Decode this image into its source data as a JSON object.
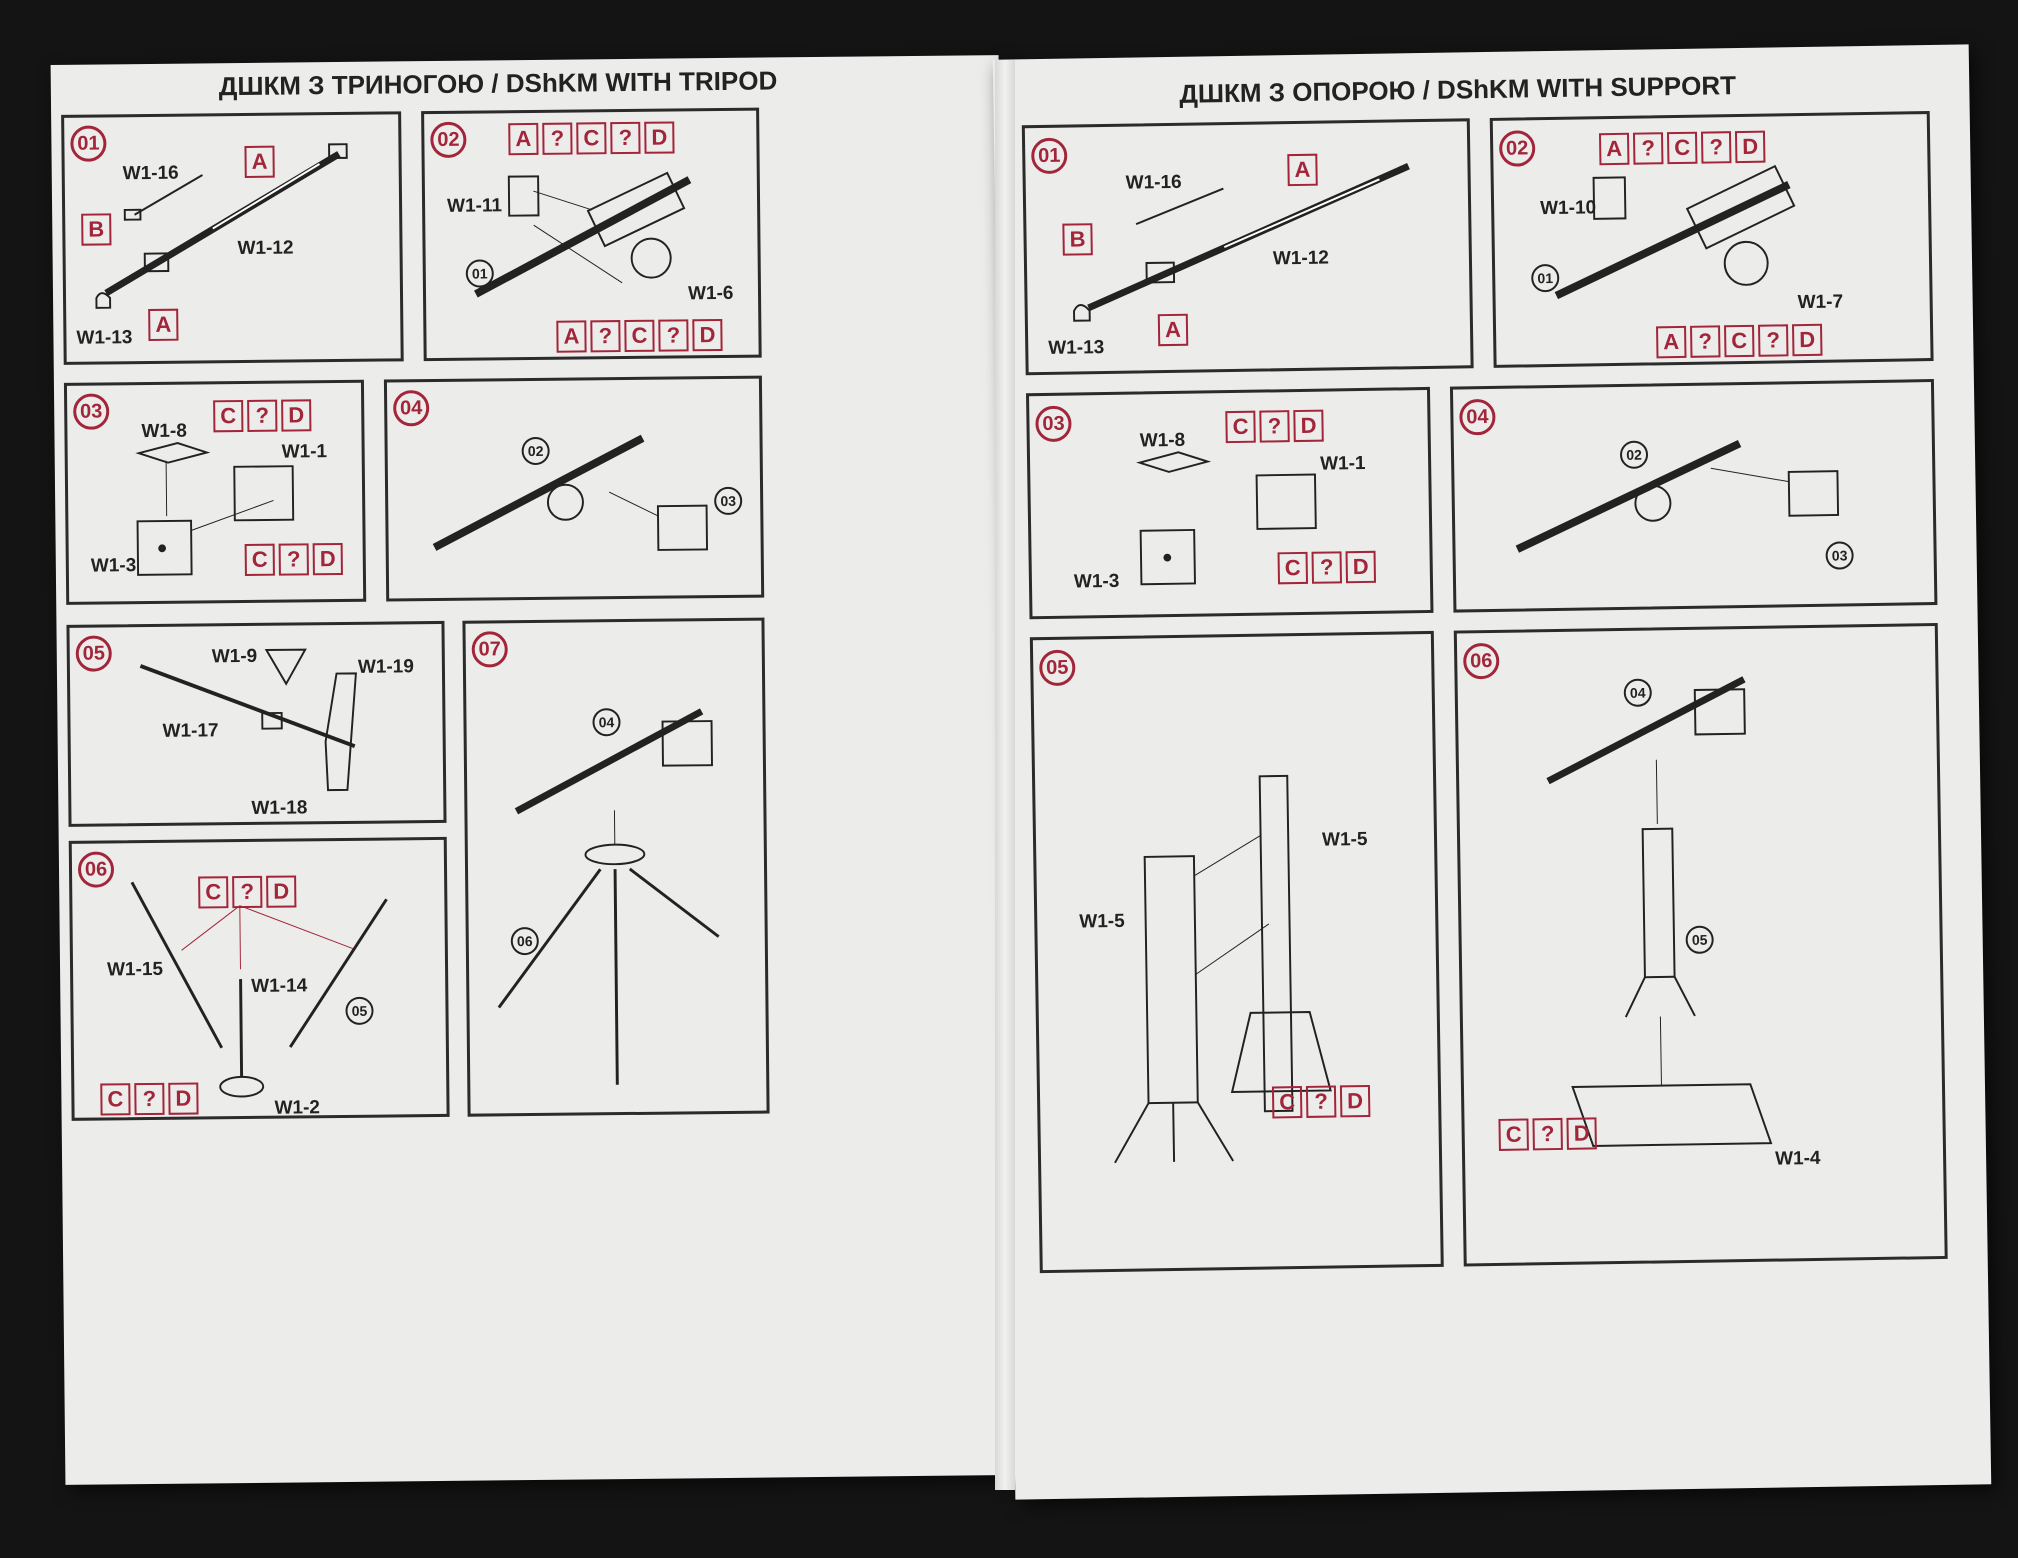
{
  "left": {
    "title": "ДШКМ З ТРИНОГОЮ / DShKM WITH TRIPOD",
    "steps": [
      {
        "num": "01",
        "labels": [
          "W1-16",
          "W1-12",
          "W1-13"
        ],
        "markers": [
          "A",
          "B",
          "A"
        ]
      },
      {
        "num": "02",
        "labels": [
          "W1-11",
          "W1-6"
        ],
        "ref": "01",
        "top_markers": [
          "A",
          "?",
          "C",
          "?",
          "D"
        ],
        "bottom_markers": [
          "A",
          "?",
          "C",
          "?",
          "D"
        ]
      },
      {
        "num": "03",
        "labels": [
          "W1-8",
          "W1-1",
          "W1-3"
        ],
        "top_markers": [
          "C",
          "?",
          "D"
        ],
        "bottom_markers": [
          "C",
          "?",
          "D"
        ]
      },
      {
        "num": "04",
        "refs": [
          "02",
          "03"
        ]
      },
      {
        "num": "05",
        "labels": [
          "W1-9",
          "W1-19",
          "W1-17",
          "W1-18"
        ]
      },
      {
        "num": "07",
        "refs": [
          "04",
          "06"
        ]
      },
      {
        "num": "06",
        "labels": [
          "W1-15",
          "W1-14",
          "W1-2"
        ],
        "ref": "05",
        "top_markers": [
          "C",
          "?",
          "D"
        ],
        "bottom_markers": [
          "C",
          "?",
          "D"
        ]
      }
    ]
  },
  "right": {
    "title": "ДШКМ З ОПОРОЮ / DShKM WITH SUPPORT",
    "steps": [
      {
        "num": "01",
        "labels": [
          "W1-16",
          "W1-12",
          "W1-13"
        ],
        "markers": [
          "A",
          "B",
          "A"
        ]
      },
      {
        "num": "02",
        "labels": [
          "W1-10",
          "W1-7"
        ],
        "ref": "01",
        "top_markers": [
          "A",
          "?",
          "C",
          "?",
          "D"
        ],
        "bottom_markers": [
          "A",
          "?",
          "C",
          "?",
          "D"
        ]
      },
      {
        "num": "03",
        "labels": [
          "W1-8",
          "W1-1",
          "W1-3"
        ],
        "top_markers": [
          "C",
          "?",
          "D"
        ],
        "bottom_markers": [
          "C",
          "?",
          "D"
        ]
      },
      {
        "num": "04",
        "refs": [
          "02",
          "03"
        ]
      },
      {
        "num": "05",
        "labels": [
          "W1-5",
          "W1-5"
        ],
        "markers": [
          "C",
          "?",
          "D"
        ]
      },
      {
        "num": "06",
        "labels": [
          "W1-4"
        ],
        "refs": [
          "04",
          "05"
        ],
        "markers": [
          "C",
          "?",
          "D"
        ]
      }
    ]
  },
  "colors": {
    "accent": "#a3253a",
    "ink": "#2b2b2b",
    "paper": "#ecedeb"
  }
}
